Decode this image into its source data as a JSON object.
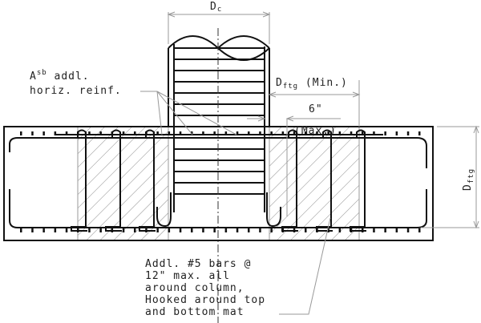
{
  "labels": {
    "column_dim": "D",
    "column_dim_sub": "c",
    "asb_sym": "A",
    "asb_sup": "sb",
    "asb_line1": " addl.",
    "asb_line2": "horiz. reinf.",
    "dftg_min_main": "D",
    "dftg_min_sub": "ftg",
    "dftg_min_suffix": " (Min.)",
    "six_in": "6\"",
    "max": "(Max.)",
    "dftg_side_main": "D",
    "dftg_side_sub": "ftg",
    "note_lines": [
      "Addl. #5 bars @",
      "12\" max. all",
      "around column,",
      "Hooked around top",
      "and bottom mat"
    ]
  }
}
